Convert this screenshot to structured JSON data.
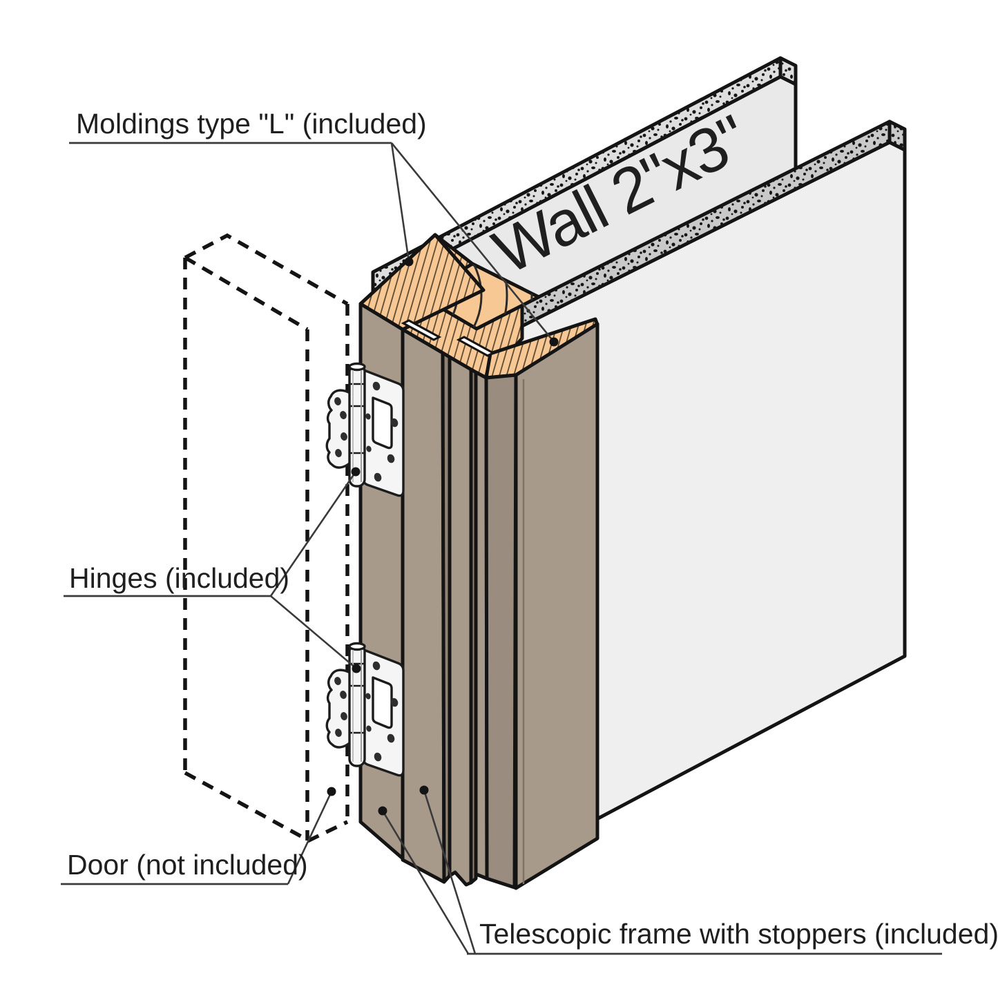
{
  "diagram": {
    "title": "door-frame-installation-diagram",
    "labels": {
      "moldings": "Moldings type \"L\" (included)",
      "hinges": "Hinges (included)",
      "door": "Door (not included)",
      "frame": "Telescopic frame with stoppers (included)"
    },
    "wall_label": "Wall 2\"x3\"",
    "colors": {
      "wood": "#f8c894",
      "wood_line": "#53422e",
      "frame_face": "#a89a8b",
      "frame_gap": "#8f8274",
      "frame_reveal": "#9a8c7e",
      "wall_face_front": "#efefef",
      "wall_face_back": "#e9e9e9",
      "band_front": "#c9c9c9",
      "band_back": "#dedede",
      "hinge_fill": "#f5f5f5",
      "outline": "#141414"
    }
  }
}
